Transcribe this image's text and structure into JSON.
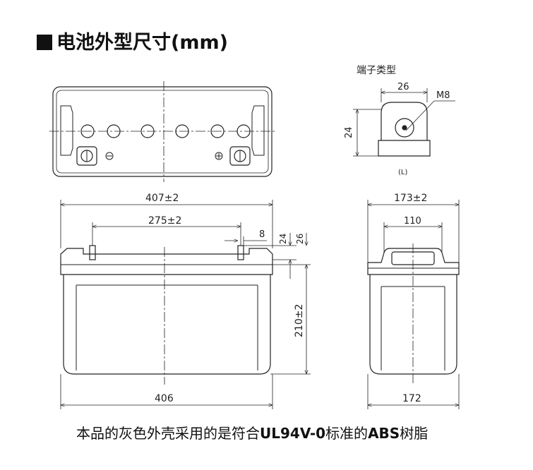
{
  "title": "电池外型尺寸(mm)",
  "terminal": {
    "label": "端子类型",
    "width": "26",
    "height": "24",
    "bolt": "M8",
    "code": "(L)"
  },
  "front": {
    "top_length": "407±2",
    "terminal_spacing": "275±2",
    "offset": "8",
    "terminal_height": "24",
    "total_height_offset": "26",
    "height": "210±2",
    "bottom_length": "406"
  },
  "side": {
    "top_width": "173±2",
    "handle_width": "110",
    "bottom_width": "172"
  },
  "caption": {
    "part1": "本品的灰色外壳采用的是符合",
    "standard": "UL94V-0",
    "part2": "标准的",
    "material": "ABS",
    "part3": "树脂"
  }
}
